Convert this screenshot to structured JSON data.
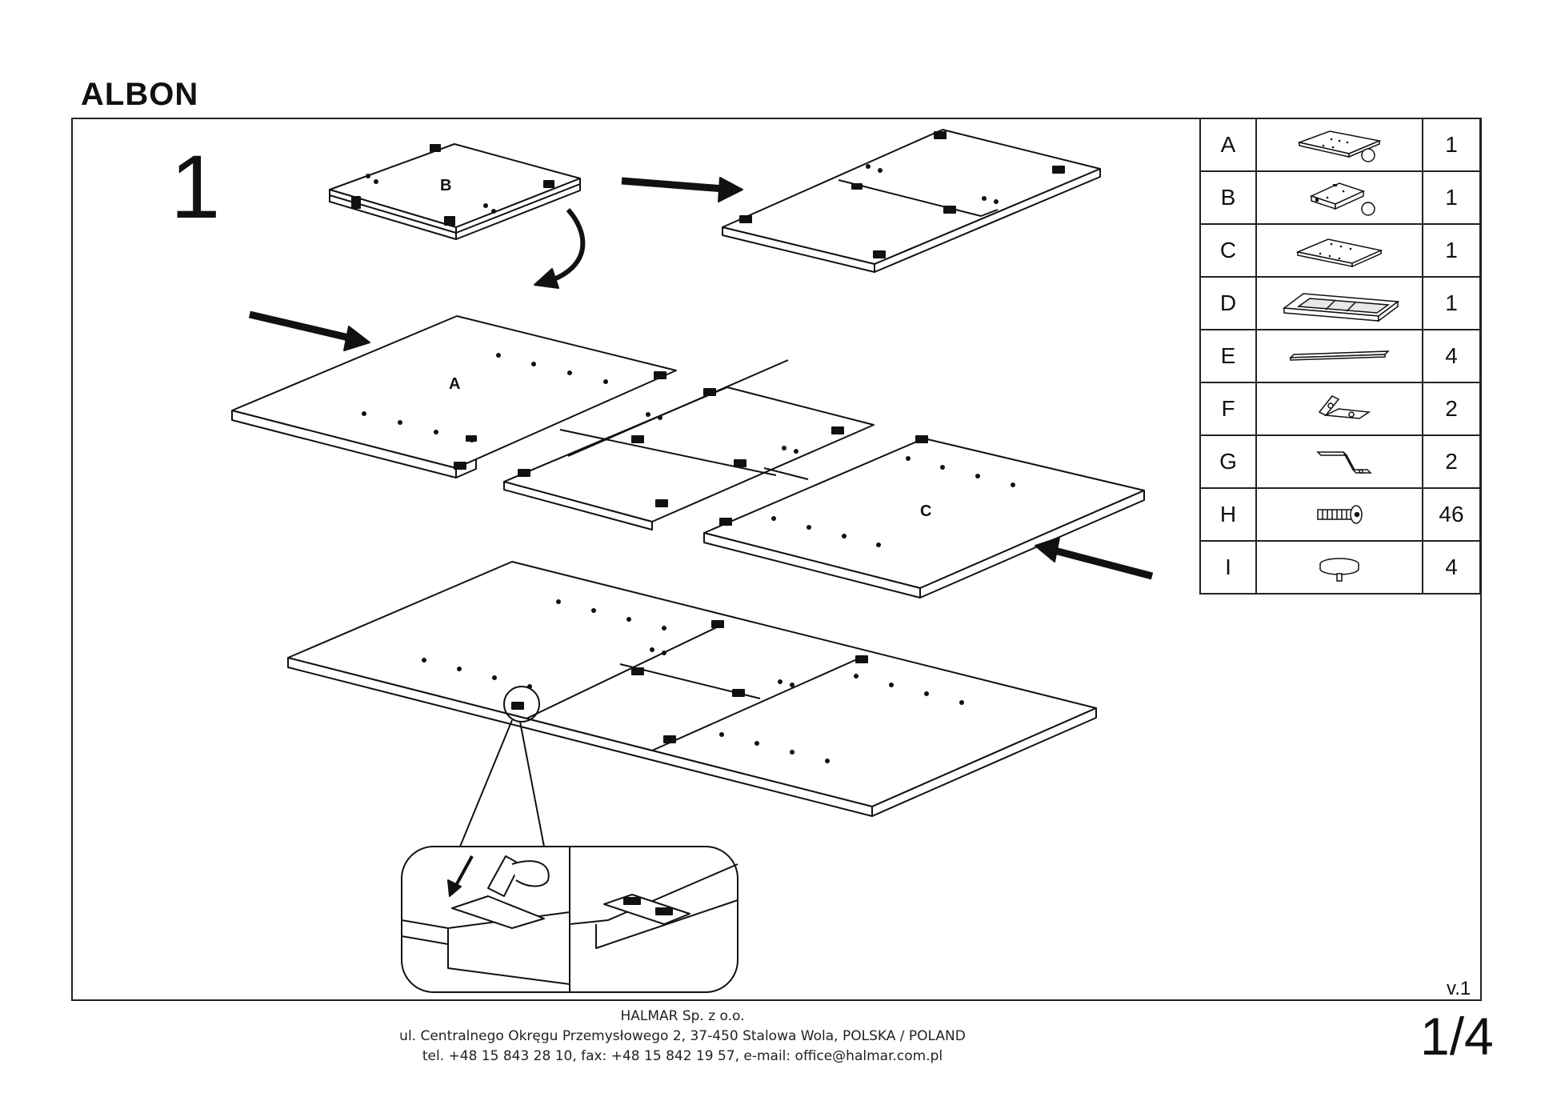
{
  "document": {
    "title": "ALBON",
    "step_number": "1",
    "version": "v.1",
    "page": "1/4"
  },
  "drawing_labels": {
    "panel_b": "B",
    "panel_a": "A",
    "panel_c": "C"
  },
  "parts": [
    {
      "letter": "A",
      "icon": "panel-a-icon",
      "qty": "1"
    },
    {
      "letter": "B",
      "icon": "panel-b-icon",
      "qty": "1"
    },
    {
      "letter": "C",
      "icon": "panel-c-icon",
      "qty": "1"
    },
    {
      "letter": "D",
      "icon": "frame-d-icon",
      "qty": "1"
    },
    {
      "letter": "E",
      "icon": "rail-e-icon",
      "qty": "4"
    },
    {
      "letter": "F",
      "icon": "bracket-f-icon",
      "qty": "2"
    },
    {
      "letter": "G",
      "icon": "bracket-g-icon",
      "qty": "2"
    },
    {
      "letter": "H",
      "icon": "screw-h-icon",
      "qty": "46"
    },
    {
      "letter": "I",
      "icon": "foot-i-icon",
      "qty": "4"
    }
  ],
  "footer": {
    "company": "HALMAR Sp. z o.o.",
    "address": "ul. Centralnego Okręgu Przemysłowego 2, 37-450 Stalowa Wola, POLSKA / POLAND",
    "contact": "tel. +48 15 843 28 10, fax: +48 15 842 19 57, e-mail: office@halmar.com.pl"
  }
}
